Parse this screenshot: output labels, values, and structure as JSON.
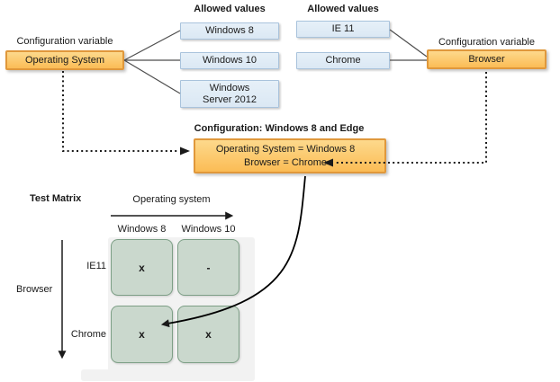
{
  "os_group": {
    "variable_label": "Configuration variable",
    "variable_name": "Operating System",
    "allowed_heading": "Allowed values",
    "values": [
      "Windows 8",
      "Windows 10",
      "Windows Server 2012"
    ]
  },
  "browser_group": {
    "variable_label": "Configuration variable",
    "variable_name": "Browser",
    "allowed_heading": "Allowed values",
    "values": [
      "IE 11",
      "Chrome"
    ]
  },
  "configuration": {
    "heading": "Configuration: Windows 8 and Edge",
    "line1": "Operating System = Windows 8",
    "line2": "Browser = Chrome"
  },
  "matrix": {
    "heading": "Test Matrix",
    "x_axis_label": "Operating system",
    "y_axis_label": "Browser",
    "columns": [
      "Windows 8",
      "Windows 10"
    ],
    "rows": [
      "IE11",
      "Chrome"
    ],
    "cells": [
      [
        "x",
        "-"
      ],
      [
        "x",
        "x"
      ]
    ]
  },
  "colors": {
    "variable_box_fill_top": "#FDD98C",
    "variable_box_fill_bottom": "#FBBC55",
    "variable_box_border": "#E0983B",
    "value_box_fill": "#DBE8F4",
    "value_box_border": "#A9C3DC",
    "matrix_cell_fill": "#CAD8CD",
    "matrix_cell_border": "#7D9F86",
    "panel_fill": "#F2F2F2",
    "connector": "#4D4D4D",
    "arrow": "#1A1A1A"
  }
}
